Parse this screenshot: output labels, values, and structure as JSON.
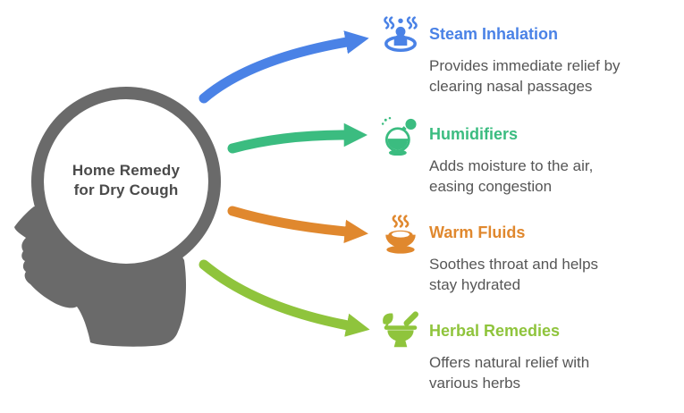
{
  "diagram": {
    "type": "mind-map-infographic",
    "background": "#ffffff",
    "head": {
      "title_line1": "Home Remedy",
      "title_line2": "for Dry Cough",
      "silhouette_color": "#6a6a6a",
      "title_color": "#4a4a4a"
    },
    "description_color": "#565656",
    "items": [
      {
        "label": "Steam Inhalation",
        "color": "#4a82e6",
        "icon": "steam-inhalation-person-icon",
        "desc_line1": "Provides immediate relief by",
        "desc_line2": "clearing nasal passages"
      },
      {
        "label": "Humidifiers",
        "color": "#3bbc80",
        "icon": "humidifier-atomizer-icon",
        "desc_line1": "Adds moisture to the air,",
        "desc_line2": "easing congestion"
      },
      {
        "label": "Warm Fluids",
        "color": "#e0882e",
        "icon": "steaming-cup-icon",
        "desc_line1": "Soothes throat and helps",
        "desc_line2": "stay hydrated"
      },
      {
        "label": "Herbal Remedies",
        "color": "#8fc43c",
        "icon": "mortar-pestle-leaf-icon",
        "desc_line1": "Offers natural relief with",
        "desc_line2": "various herbs"
      }
    ]
  }
}
